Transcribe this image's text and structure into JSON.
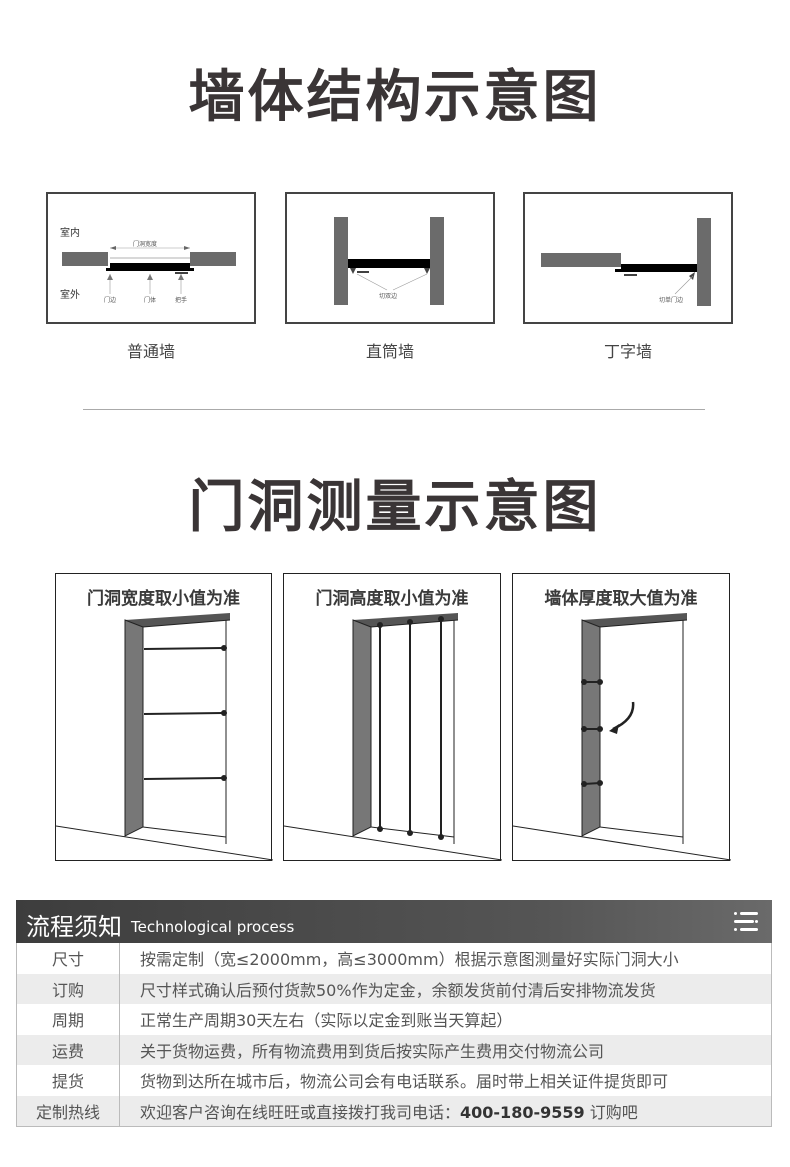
{
  "section1": {
    "title": "墙体结构示意图",
    "diagrams": [
      {
        "label": "普通墙",
        "annotations": {
          "inside": "室内",
          "outside": "室外",
          "width": "门洞宽度",
          "frame": "门边",
          "body": "门体",
          "handle": "把手"
        }
      },
      {
        "label": "直筒墙",
        "annotations": {
          "cut": "切双边"
        }
      },
      {
        "label": "丁字墙",
        "annotations": {
          "cut": "切单门边"
        }
      }
    ]
  },
  "section2": {
    "title": "门洞测量示意图",
    "diagrams": [
      {
        "label": "门洞宽度取小值为准"
      },
      {
        "label": "门洞高度取小值为准"
      },
      {
        "label": "墙体厚度取大值为准"
      }
    ]
  },
  "process": {
    "title_cn": "流程须知",
    "title_en": "Technological process",
    "icon": "list-icon",
    "rows": [
      {
        "key": "尺寸",
        "value": "按需定制（宽≤2000mm，高≤3000mm）根据示意图测量好实际门洞大小"
      },
      {
        "key": "订购",
        "value": "尺寸样式确认后预付货款50%作为定金，余额发货前付清后安排物流发货"
      },
      {
        "key": "周期",
        "value": "正常生产周期30天左右（实际以定金到账当天算起）"
      },
      {
        "key": "运费",
        "value": "关于货物运费，所有物流费用到货后按实际产生费用交付物流公司"
      },
      {
        "key": "提货",
        "value": "货物到达所在城市后，物流公司会有电话联系。届时带上相关证件提货即可"
      },
      {
        "key": "定制热线",
        "value_prefix": "欢迎客户咨询在线旺旺或直接拨打我司电话：",
        "phone": "400-180-9559",
        "value_suffix": " 订购吧"
      }
    ]
  }
}
